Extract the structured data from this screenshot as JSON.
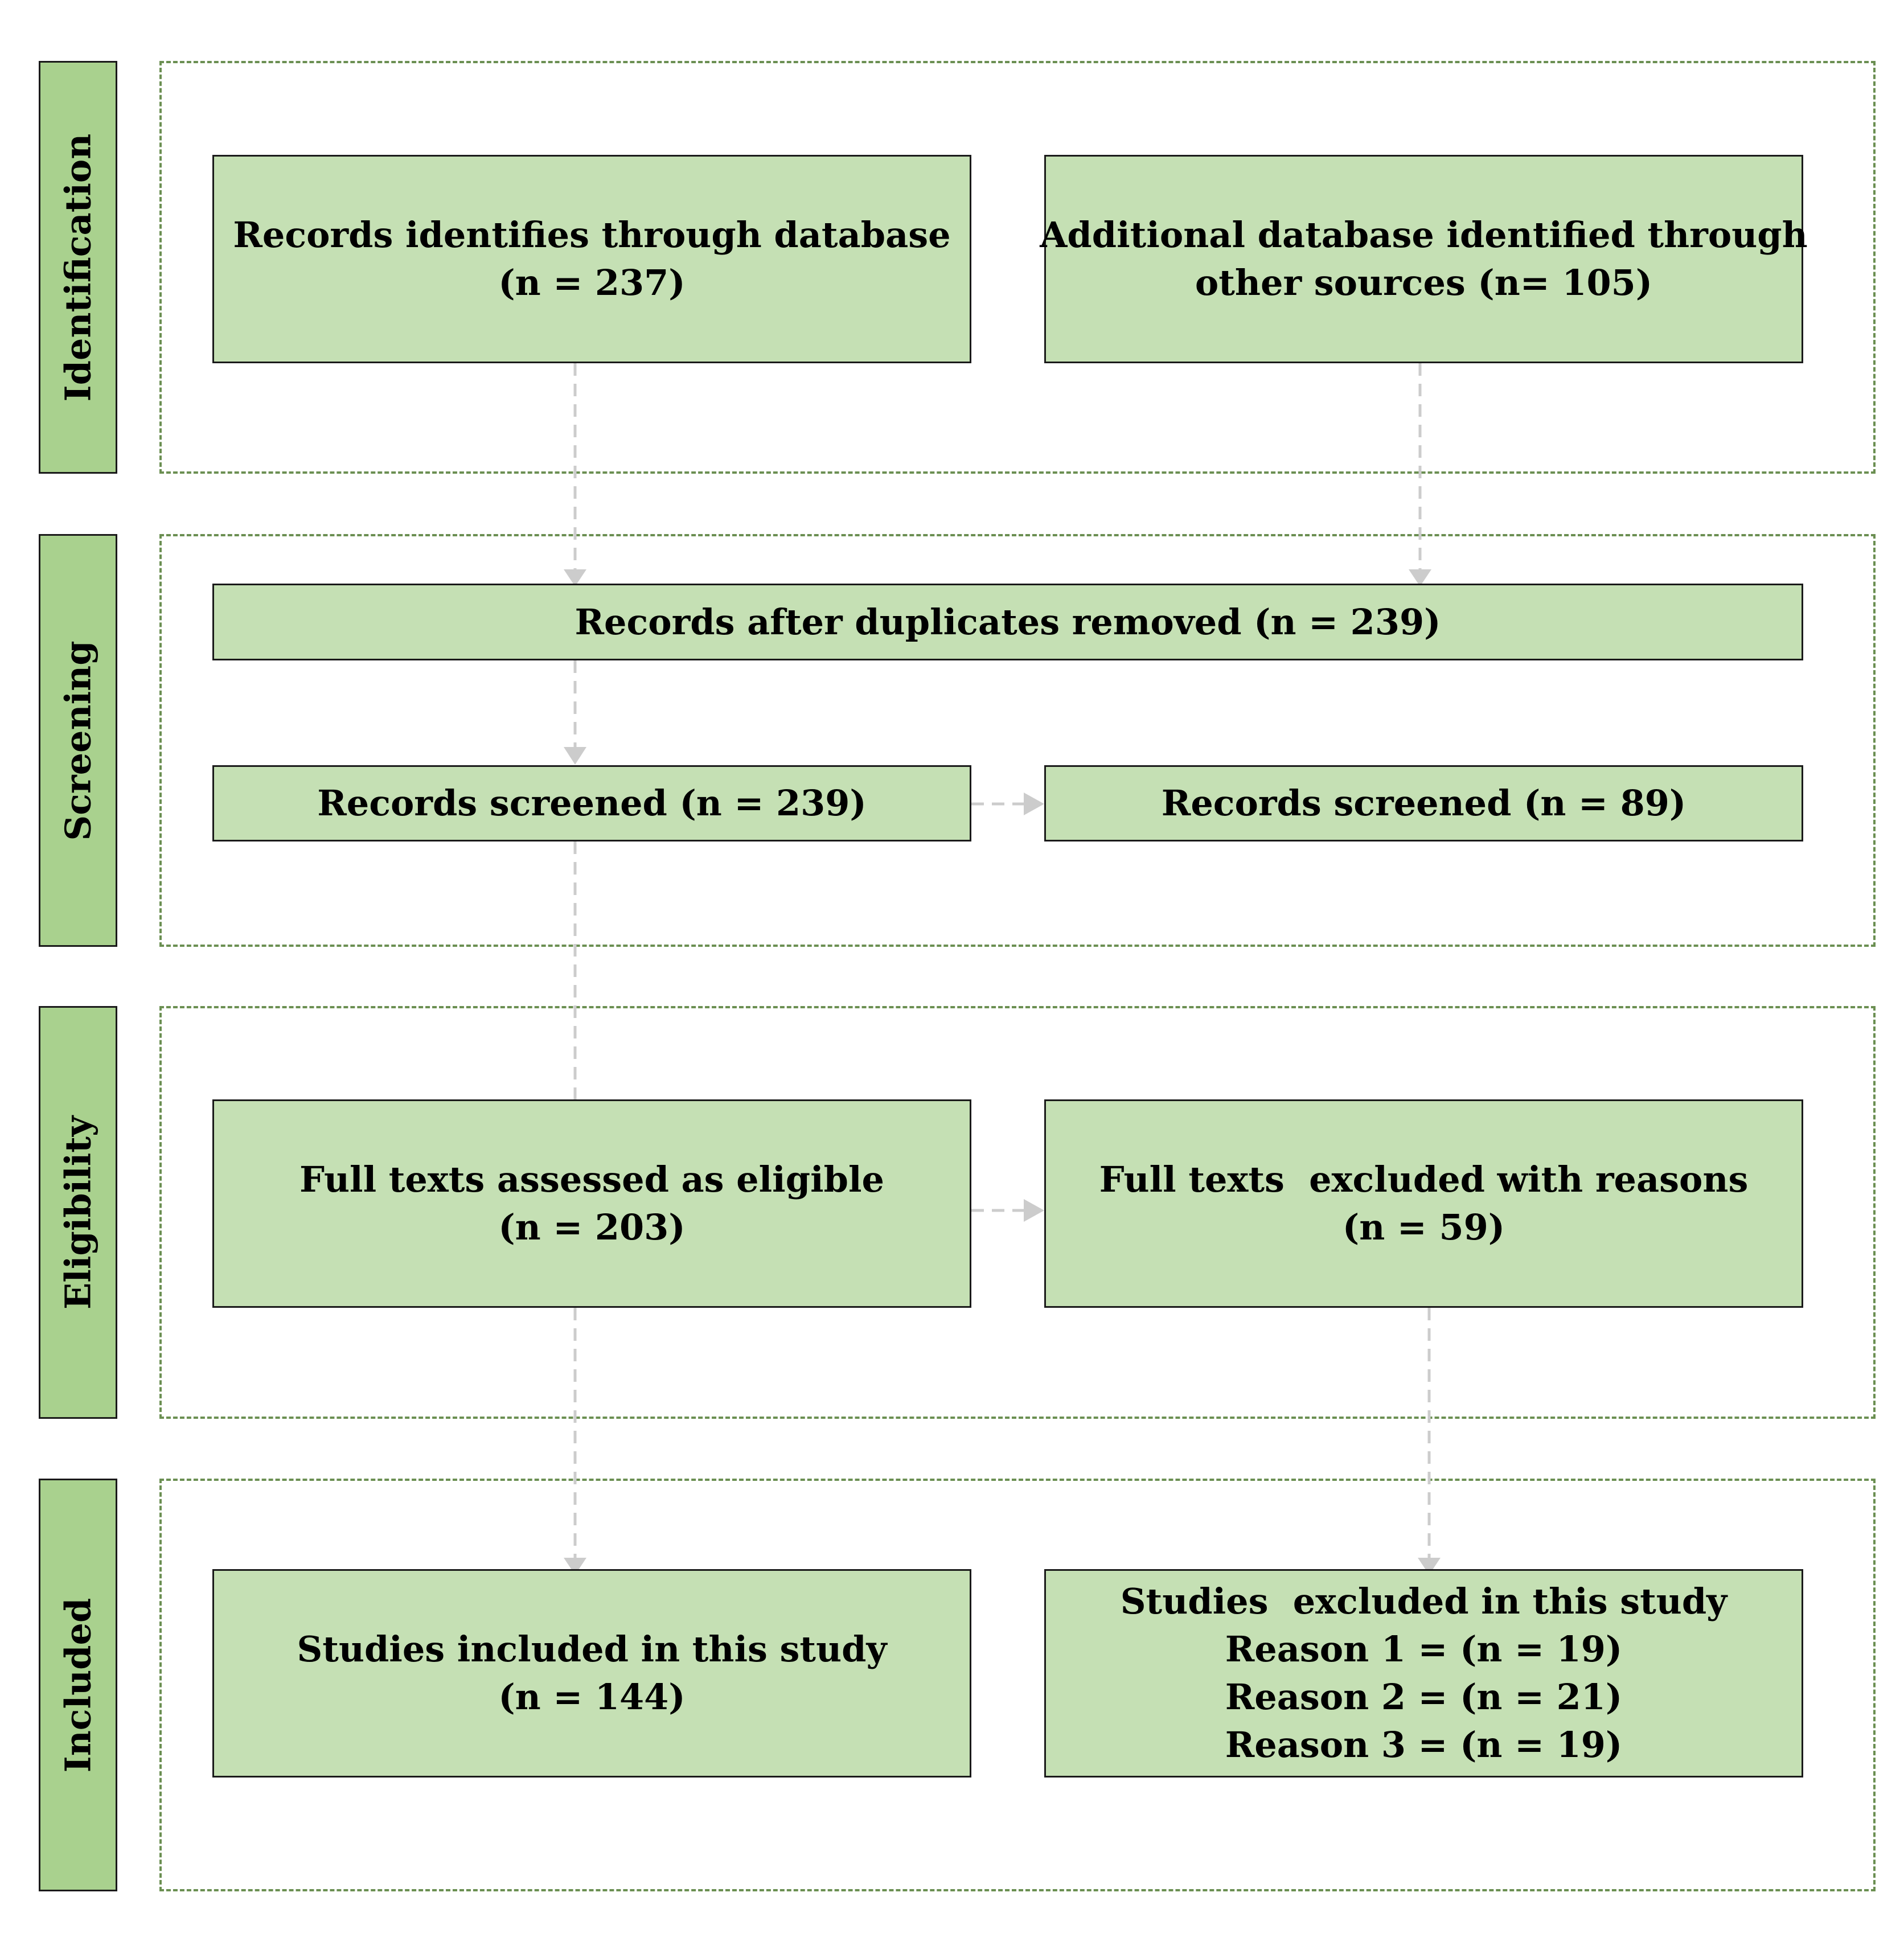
{
  "stages": {
    "identification": "Identification",
    "screening": "Screening",
    "eligibility": "Eligibility",
    "included": "Included"
  },
  "boxes": {
    "records_database": {
      "line1": "Records identifies through database",
      "line2": "(n = 237)"
    },
    "additional_sources": {
      "line1": "Additional database identified through",
      "line2": "other sources (n= 105)"
    },
    "duplicates_removed": {
      "line1": "Records after duplicates removed (n = 239)"
    },
    "records_screened": {
      "line1": "Records screened (n = 239)"
    },
    "records_screened_excluded": {
      "line1": "Records screened (n = 89)"
    },
    "full_texts_eligible": {
      "line1": "Full texts assessed as eligible",
      "line2": "(n = 203)"
    },
    "full_texts_excluded": {
      "line1": "Full texts  excluded with reasons",
      "line2": "(n = 59)"
    },
    "studies_included": {
      "line1": "Studies included in this study",
      "line2": "(n = 144)"
    },
    "studies_excluded": {
      "line1": "Studies  excluded in this study",
      "line2": "Reason 1 = (n = 19)",
      "line3": "Reason 2 = (n = 21)",
      "line4": "Reason 3 = (n = 19)"
    }
  },
  "colors": {
    "stage_fill": "#a9d18e",
    "box_fill": "#c5e0b4",
    "frame_dash": "#6b8f52",
    "connector": "#cccccc"
  }
}
